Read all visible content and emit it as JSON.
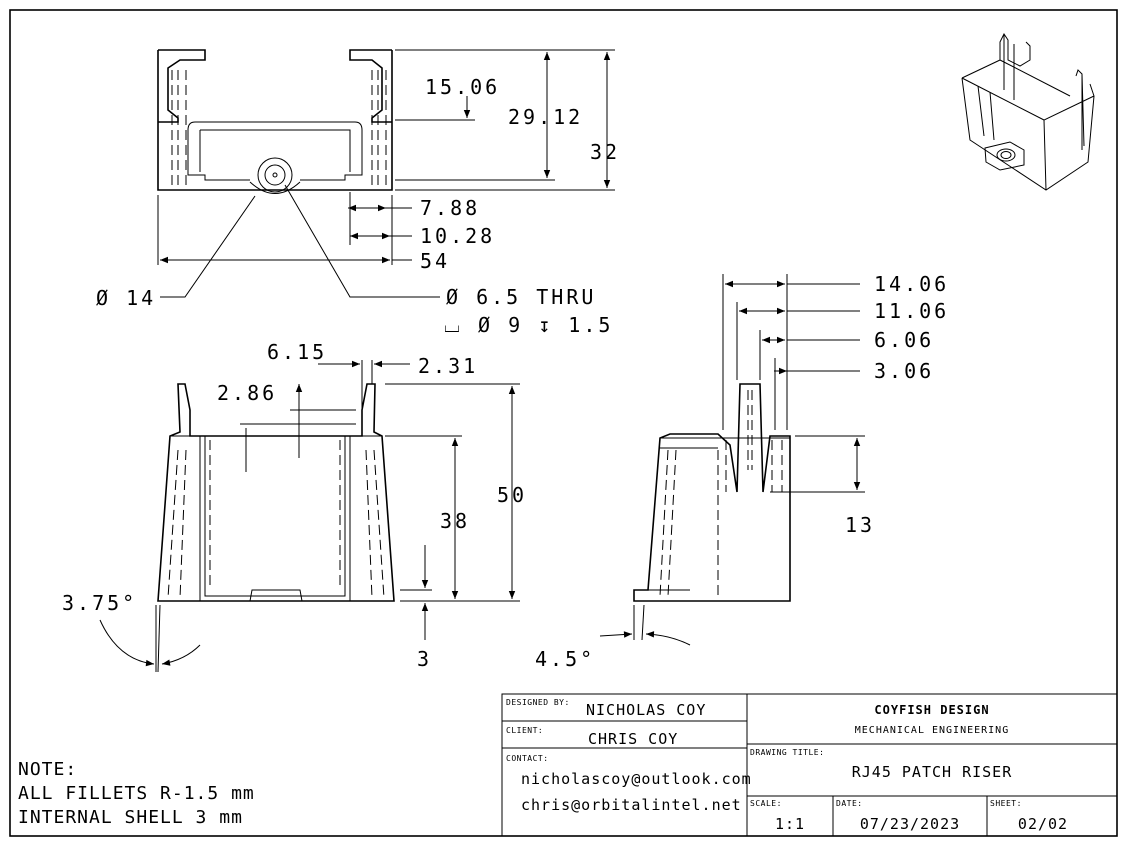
{
  "top_view": {
    "dimensions": [
      "15.06",
      "29.12",
      "32",
      "7.88",
      "10.28",
      "54"
    ],
    "diameter_outer": "Ø 14",
    "hole_callout_line1": "Ø 6.5 THRU",
    "hole_callout_line2": "⌴ Ø 9 ↧ 1.5"
  },
  "front_view": {
    "dimensions": [
      "6.15",
      "2.31",
      "2.86",
      "38",
      "50",
      "3"
    ],
    "draft_angle": "3.75°"
  },
  "side_view": {
    "dimensions": [
      "14.06",
      "11.06",
      "6.06",
      "3.06",
      "13"
    ],
    "draft_angle": "4.5°"
  },
  "notes": {
    "line1": "NOTE:",
    "line2": "ALL FILLETS R-1.5 mm",
    "line3": "INTERNAL SHELL 3 mm"
  },
  "title_block": {
    "designed_by_label": "DESIGNED BY:",
    "designed_by": "NICHOLAS COY",
    "client_label": "CLIENT:",
    "client": "CHRIS COY",
    "contact_label": "CONTACT:",
    "contact_email_1": "nicholascoy@outlook.com",
    "contact_email_2": "chris@orbitalintel.net",
    "company": "COYFISH DESIGN",
    "department": "MECHANICAL ENGINEERING",
    "drawing_title_label": "DRAWING TITLE:",
    "drawing_title": "RJ45 PATCH RISER",
    "scale_label": "SCALE:",
    "scale": "1:1",
    "date_label": "DATE:",
    "date": "07/23/2023",
    "sheet_label": "SHEET:",
    "sheet": "02/02"
  }
}
